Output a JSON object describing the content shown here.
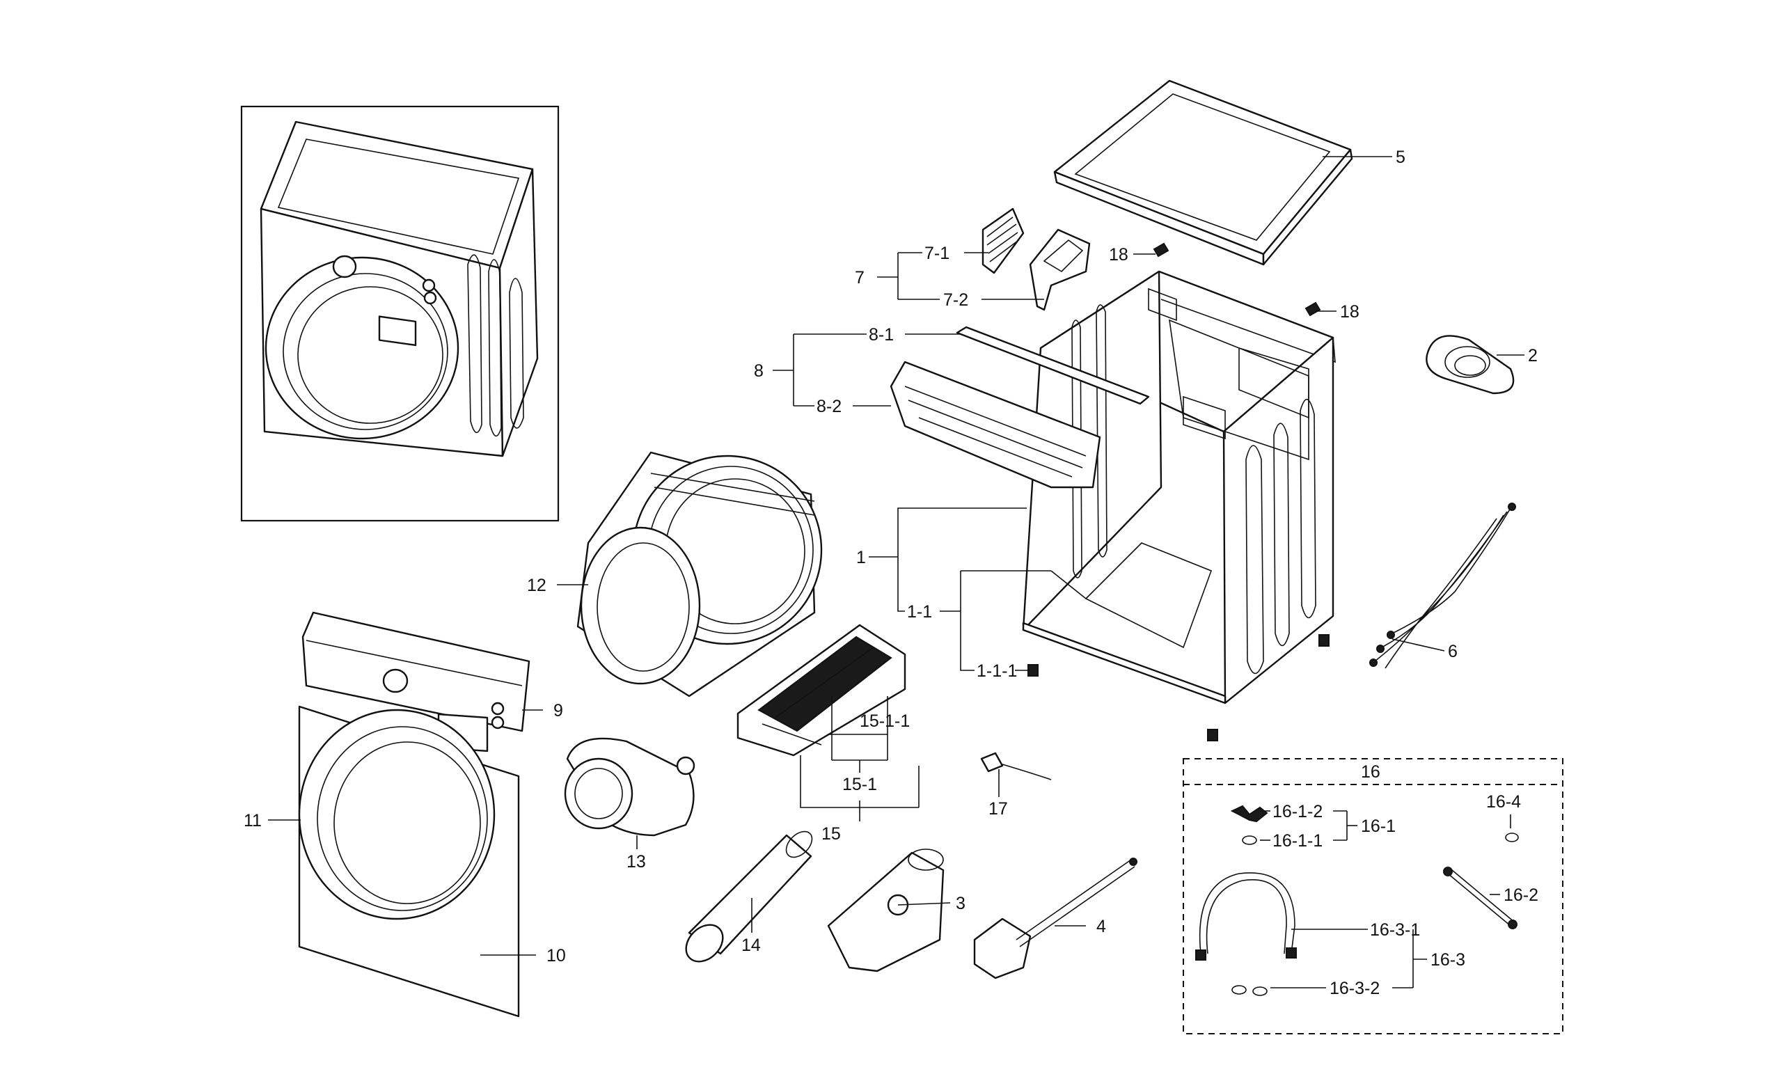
{
  "labels": {
    "p1": "1",
    "p1_1": "1-1",
    "p1_1_1": "1-1-1",
    "p2": "2",
    "p3": "3",
    "p4": "4",
    "p5": "5",
    "p6": "6",
    "p7": "7",
    "p7_1": "7-1",
    "p7_2": "7-2",
    "p8": "8",
    "p8_1": "8-1",
    "p8_2": "8-2",
    "p9": "9",
    "p10": "10",
    "p11": "11",
    "p12": "12",
    "p13": "13",
    "p14": "14",
    "p15": "15",
    "p15_1": "15-1",
    "p15_1_1": "15-1-1",
    "p16": "16",
    "p16_1": "16-1",
    "p16_1_1": "16-1-1",
    "p16_1_2": "16-1-2",
    "p16_2": "16-2",
    "p16_3": "16-3",
    "p16_3_1": "16-3-1",
    "p16_3_2": "16-3-2",
    "p16_4": "16-4",
    "p17": "17",
    "p18a": "18",
    "p18b": "18"
  }
}
